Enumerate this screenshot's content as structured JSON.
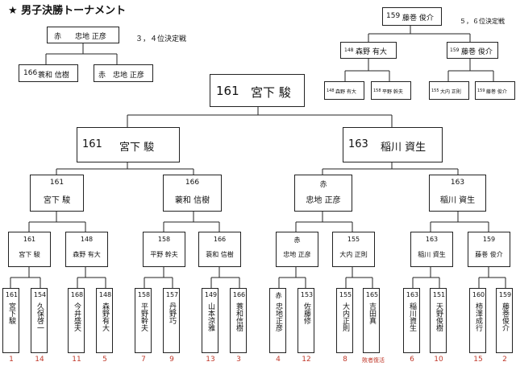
{
  "title": "★ 男子決勝トーナメント",
  "third_place": {
    "label": "３，４位決定戦",
    "winner": {
      "seed": "赤",
      "name": "忠地 正彦"
    },
    "left": {
      "seed": "166",
      "name": "蓑和 信樹"
    },
    "right": {
      "seed": "赤",
      "name": "忠地 正彦"
    }
  },
  "fifth_place": {
    "label": "５，６位決定戦",
    "winner": {
      "seed": "159",
      "name": "藤巻 俊介"
    },
    "semi_left": {
      "seed": "148",
      "name": "森野 有大"
    },
    "semi_right": {
      "seed": "159",
      "name": "藤巻 俊介"
    },
    "q1": {
      "seed": "148",
      "name": "森野 有大"
    },
    "q2": {
      "seed": "158",
      "name": "平野 幹夫"
    },
    "q3": {
      "seed": "155",
      "name": "大内 正則"
    },
    "q4": {
      "seed": "159",
      "name": "藤巻 俊介"
    }
  },
  "final": {
    "seed": "161",
    "name": "宮下 駿"
  },
  "semis": [
    {
      "seed": "161",
      "name": "宮下 駿"
    },
    {
      "seed": "163",
      "name": "稲川 資生"
    }
  ],
  "quarters": [
    {
      "seed": "161",
      "name": "宮下 駿"
    },
    {
      "seed": "166",
      "name": "蓑和 信樹"
    },
    {
      "seed": "赤",
      "name": "忠地 正彦"
    },
    {
      "seed": "163",
      "name": "稲川 資生"
    }
  ],
  "round2": [
    {
      "seed": "161",
      "name": "宮下 駿"
    },
    {
      "seed": "148",
      "name": "森野 有大"
    },
    {
      "seed": "158",
      "name": "平野 幹夫"
    },
    {
      "seed": "166",
      "name": "蓑和 信樹"
    },
    {
      "seed": "赤",
      "name": "忠地 正彦"
    },
    {
      "seed": "155",
      "name": "大内 正則"
    },
    {
      "seed": "163",
      "name": "稲川 資生"
    },
    {
      "seed": "159",
      "name": "藤巻 俊介"
    }
  ],
  "entrants": [
    {
      "seed": "161",
      "name": "宮下駿",
      "number": "1"
    },
    {
      "seed": "154",
      "name": "久保啓一",
      "number": "14"
    },
    {
      "seed": "168",
      "name": "今井盛夫",
      "number": "11"
    },
    {
      "seed": "148",
      "name": "森野有大",
      "number": "5"
    },
    {
      "seed": "158",
      "name": "平野幹夫",
      "number": "7"
    },
    {
      "seed": "157",
      "name": "丹野巧",
      "number": "9"
    },
    {
      "seed": "149",
      "name": "山本涼雅",
      "number": "13"
    },
    {
      "seed": "166",
      "name": "蓑和信樹",
      "number": "3"
    },
    {
      "seed": "赤",
      "name": "忠地正彦",
      "number": "4"
    },
    {
      "seed": "153",
      "name": "佐藤修",
      "number": "12"
    },
    {
      "seed": "155",
      "name": "大内正則",
      "number": "8"
    },
    {
      "seed": "165",
      "name": "吉田真",
      "number": ""
    },
    {
      "seed": "163",
      "name": "稲川資生",
      "number": "6"
    },
    {
      "seed": "151",
      "name": "天野俊樹",
      "number": "10"
    },
    {
      "seed": "160",
      "name": "柿澤成行",
      "number": "15"
    },
    {
      "seed": "159",
      "name": "藤巻俊介",
      "number": "2"
    }
  ],
  "forfeit_note": "敗者復活",
  "colors": {
    "line": "#222222",
    "accent": "#c0392b"
  }
}
